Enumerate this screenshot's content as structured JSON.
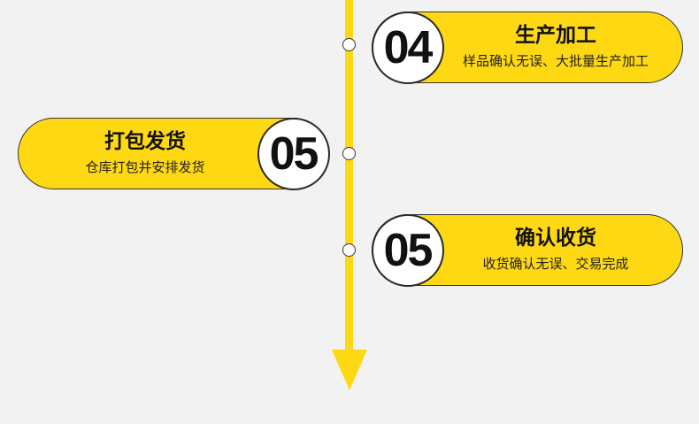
{
  "steps": [
    {
      "number": "04",
      "title": "生产加工",
      "description": "样品确认无误、大批量生产加工"
    },
    {
      "number": "05",
      "title": "打包发货",
      "description": "仓库打包并安排发货"
    },
    {
      "number": "05",
      "title": "确认收货",
      "description": "收货确认无误、交易完成"
    }
  ]
}
